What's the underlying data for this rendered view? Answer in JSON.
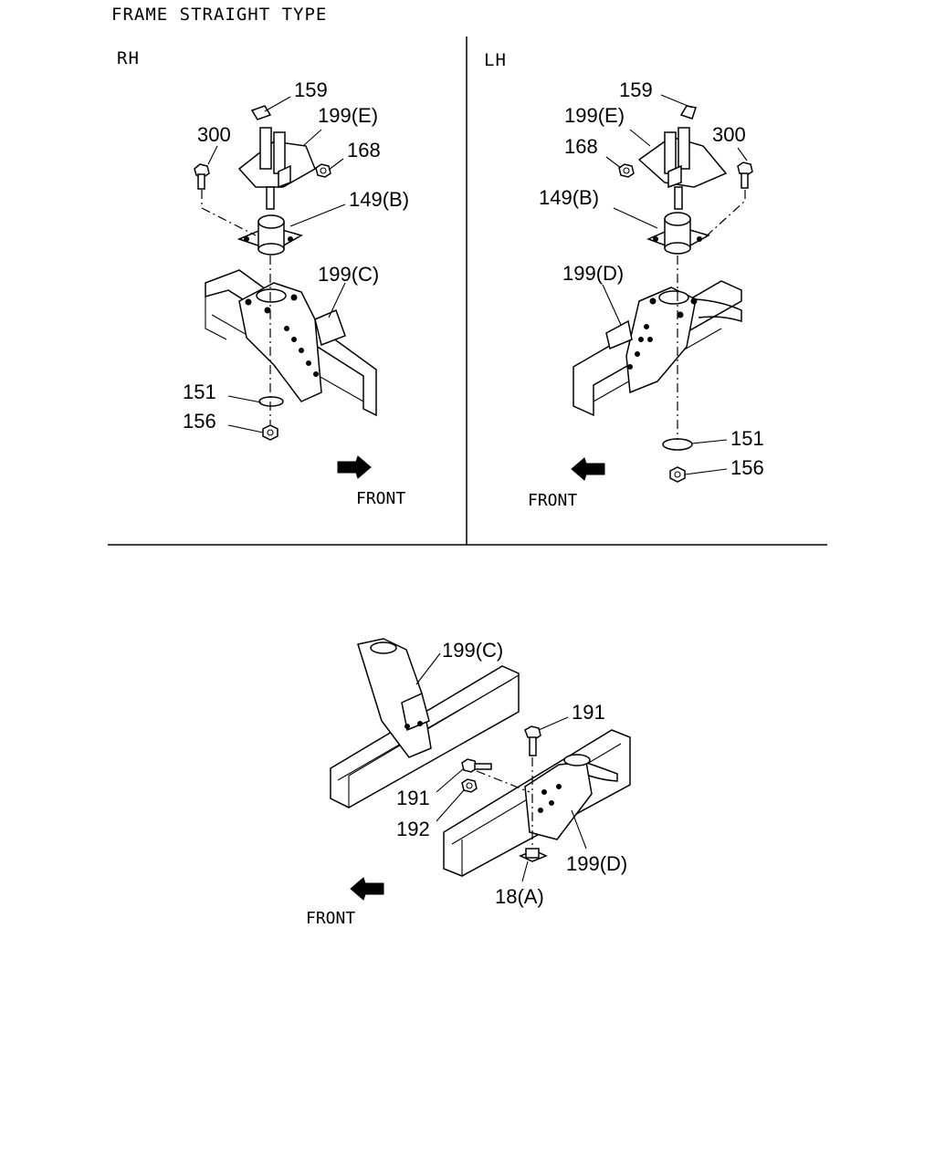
{
  "title": "FRAME STRAIGHT TYPE",
  "rh_panel": {
    "side_label": "RH",
    "callouts": {
      "c159": "159",
      "c199e": "199(E)",
      "c300": "300",
      "c168": "168",
      "c149b": "149(B)",
      "c199c": "199(C)",
      "c151": "151",
      "c156": "156"
    },
    "front_label": "FRONT"
  },
  "lh_panel": {
    "side_label": "LH",
    "callouts": {
      "c159": "159",
      "c199e": "199(E)",
      "c300": "300",
      "c168": "168",
      "c149b": "149(B)",
      "c199d": "199(D)",
      "c151": "151",
      "c156": "156"
    },
    "front_label": "FRONT"
  },
  "bottom_panel": {
    "callouts": {
      "c199c": "199(C)",
      "c191_top": "191",
      "c191_left": "191",
      "c192": "192",
      "c199d": "199(D)",
      "c18a": "18(A)"
    },
    "front_label": "FRONT"
  }
}
